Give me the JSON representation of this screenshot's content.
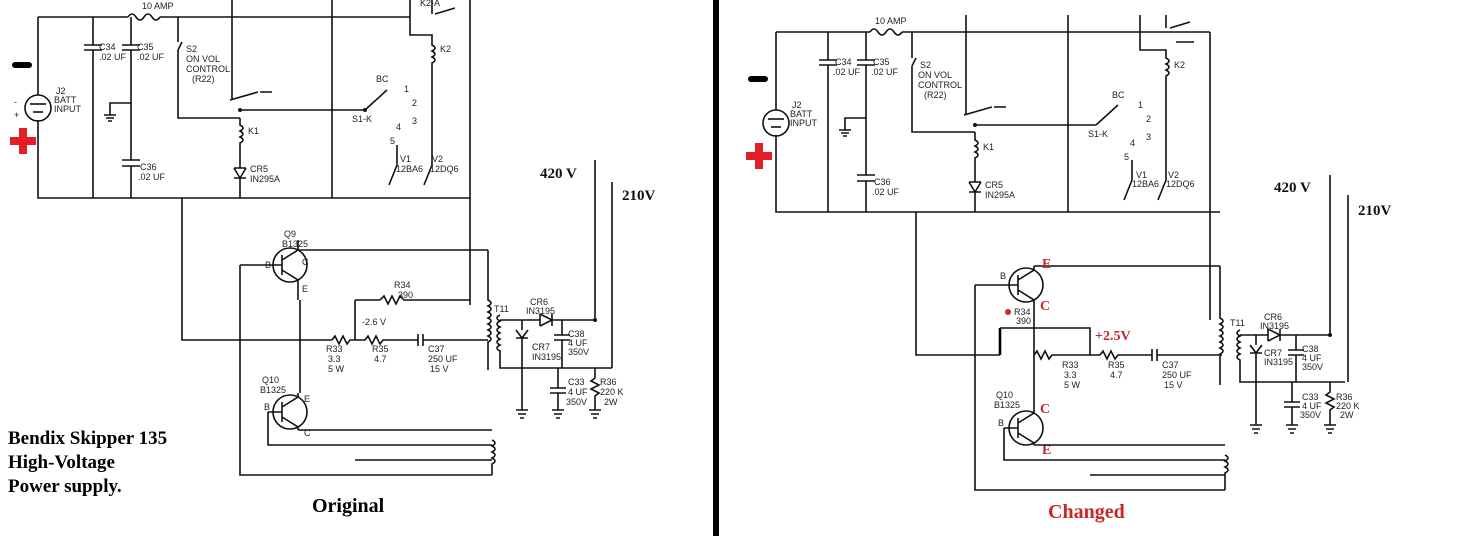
{
  "left": {
    "fuse": "10 AMP",
    "jack": [
      "J2",
      "BATT",
      "INPUT"
    ],
    "c34": [
      "C34",
      ".02 UF"
    ],
    "c35": [
      "C35",
      ".02 UF"
    ],
    "c36": [
      "C36",
      ".02 UF"
    ],
    "switch": [
      "S2",
      "ON VOL",
      "CONTROL",
      "(R22)"
    ],
    "k1": "K1",
    "k2": "K2",
    "k2a": "K2-A",
    "cr5": [
      "CR5",
      "IN295A"
    ],
    "bc": "BC",
    "s1k": "S1-K",
    "pos": [
      "1",
      "2",
      "3",
      "4",
      "5"
    ],
    "v1": [
      "V1",
      "12BA6"
    ],
    "v2": [
      "V2",
      "12DQ6"
    ],
    "q9": [
      "Q9",
      "B1325"
    ],
    "q10": [
      "Q10",
      "B1325"
    ],
    "r34": [
      "R34",
      "390"
    ],
    "r33": [
      "R33",
      "3.3",
      "5 W"
    ],
    "r35": [
      "R35",
      "4.7"
    ],
    "c37": [
      "C37",
      "250 UF",
      "15 V"
    ],
    "t11": "T11",
    "cr6": [
      "CR6",
      "IN3195"
    ],
    "cr7": [
      "CR7",
      "IN3195"
    ],
    "c38": [
      "C38",
      "4 UF",
      "350V"
    ],
    "c33": [
      "C33",
      "4 UF",
      "350V"
    ],
    "r36": [
      "R36",
      "220 K",
      "2W"
    ],
    "v_neg": "-2.6 V",
    "v420": "420 V",
    "v210": "210V",
    "title_lines": [
      "Bendix Skipper 135",
      "High-Voltage",
      "Power supply."
    ],
    "caption": "Original"
  },
  "right": {
    "v_pos": "+2.5V",
    "v420": "420 V",
    "v210": "210V",
    "e_top": "E",
    "c_top": "C",
    "c_bot": "C",
    "e_bot": "E",
    "caption": "Changed"
  },
  "colors": {
    "annotation": "#c8262b",
    "ink": "#111111",
    "divider": "#000000"
  }
}
